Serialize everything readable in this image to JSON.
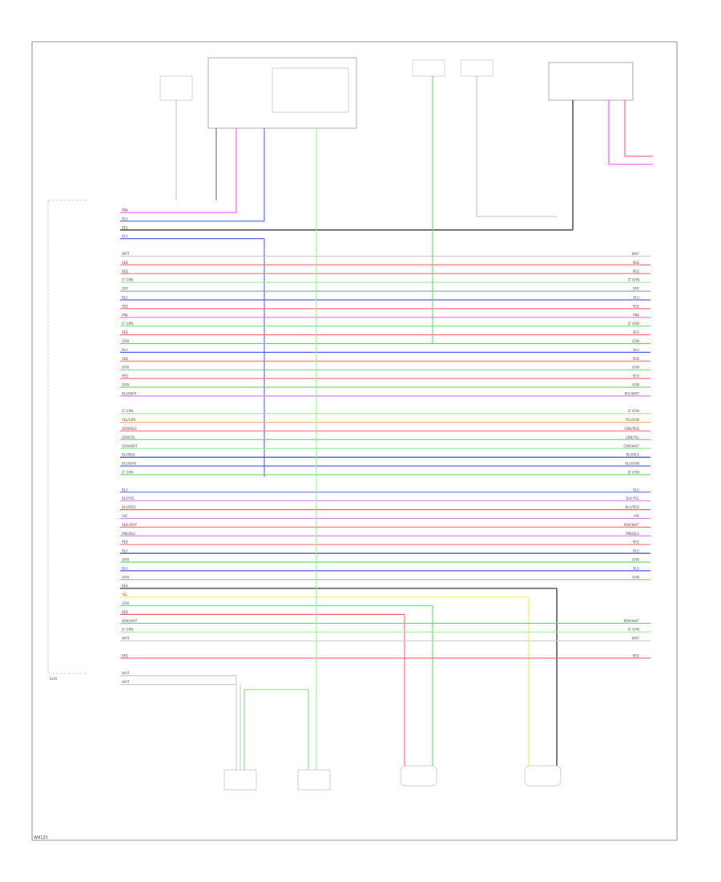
{
  "wire_colors": {
    "PNK": "#ff55ff",
    "BLU": "#5566ff",
    "BLK": "#555555",
    "WHT": "#cccccc",
    "GRN": "#66dd66",
    "LT GRN": "#99ee99",
    "RED": "#ff6677",
    "YEL": "#ffee44",
    "TAN": "#ddcc99",
    "ORG": "#ffaa66",
    "VIO": "#cc88ff",
    "GRY": "#aaaaaa",
    "BRN": "#bb8866",
    "DK BLU": "#3344cc",
    "DK GRN": "#339933"
  },
  "left_rows": [
    {
      "name": "PNK",
      "color": "PNK",
      "route": "up-pink"
    },
    {
      "name": "BLU",
      "color": "BLU",
      "route": "up-blue"
    },
    {
      "name": "BLK",
      "color": "BLK",
      "route": "right-black"
    },
    {
      "name": "BLU",
      "color": "BLU",
      "route": "down-blue"
    },
    {
      "name": "",
      "color": "",
      "route": "none"
    },
    {
      "name": "WHT",
      "color": "WHT",
      "route": "full"
    },
    {
      "name": "RED",
      "color": "RED",
      "route": "full"
    },
    {
      "name": "RED",
      "color": "RED",
      "route": "full"
    },
    {
      "name": "LT GRN",
      "color": "LT GRN",
      "route": "full"
    },
    {
      "name": "GRY",
      "color": "GRY",
      "route": "full"
    },
    {
      "name": "BLU",
      "color": "BLU",
      "route": "full"
    },
    {
      "name": "RED",
      "color": "RED",
      "route": "full"
    },
    {
      "name": "PNK",
      "color": "PNK",
      "route": "full"
    },
    {
      "name": "LT GRN",
      "color": "GRN",
      "route": "full"
    },
    {
      "name": "RED",
      "color": "RED",
      "route": "full"
    },
    {
      "name": "GRN",
      "color": "GRN",
      "route": "green-up"
    },
    {
      "name": "BLU",
      "color": "BLU",
      "route": "full"
    },
    {
      "name": "RED",
      "color": "RED",
      "route": "full"
    },
    {
      "name": "GRN",
      "color": "GRN",
      "route": "full"
    },
    {
      "name": "RED",
      "color": "RED",
      "route": "full"
    },
    {
      "name": "GRN",
      "color": "GRN",
      "route": "full"
    },
    {
      "name": "BLU/WHT",
      "color": "VIO",
      "route": "full"
    },
    {
      "name": "",
      "color": "",
      "route": "none"
    },
    {
      "name": "LT GRN",
      "color": "LT GRN",
      "route": "full"
    },
    {
      "name": "YEL/GRN",
      "color": "ORG",
      "route": "full"
    },
    {
      "name": "GRN/RED",
      "color": "RED",
      "route": "full"
    },
    {
      "name": "GRN/YEL",
      "color": "GRN",
      "route": "full"
    },
    {
      "name": "GRN/WHT",
      "color": "LT GRN",
      "route": "full"
    },
    {
      "name": "BLU/BLK",
      "color": "DK BLU",
      "route": "full"
    },
    {
      "name": "BLU/GRN",
      "color": "BLU",
      "route": "full"
    },
    {
      "name": "LT GRN",
      "color": "GRN",
      "route": "full"
    },
    {
      "name": "",
      "color": "",
      "route": "none"
    },
    {
      "name": "BLU",
      "color": "BLU",
      "route": "full-end"
    },
    {
      "name": "BLU/YEL",
      "color": "VIO",
      "route": "full"
    },
    {
      "name": "BLU/RED",
      "color": "RED",
      "route": "full"
    },
    {
      "name": "VIO",
      "color": "VIO",
      "route": "full"
    },
    {
      "name": "RED/WHT",
      "color": "RED",
      "route": "full"
    },
    {
      "name": "PNK/BLU",
      "color": "PNK",
      "route": "full"
    },
    {
      "name": "RED",
      "color": "RED",
      "route": "full"
    },
    {
      "name": "BLU",
      "color": "DK BLU",
      "route": "full"
    },
    {
      "name": "GRN",
      "color": "GRN",
      "route": "full"
    },
    {
      "name": "BLU",
      "color": "BLU",
      "route": "full"
    },
    {
      "name": "GRN",
      "color": "GRN",
      "route": "full"
    },
    {
      "name": "BLK",
      "color": "BLK",
      "route": "down-black"
    },
    {
      "name": "YEL",
      "color": "YEL",
      "route": "down-yellow"
    },
    {
      "name": "GRN",
      "color": "GRN",
      "route": "down-green"
    },
    {
      "name": "RED",
      "color": "RED",
      "route": "down-red"
    },
    {
      "name": "BRN/WHT",
      "color": "GRN",
      "route": "full"
    },
    {
      "name": "LT GRN",
      "color": "LT GRN",
      "route": "full"
    },
    {
      "name": "WHT",
      "color": "WHT",
      "route": "full"
    },
    {
      "name": "",
      "color": "",
      "route": "none"
    },
    {
      "name": "RED",
      "color": "RED",
      "route": "full"
    },
    {
      "name": "",
      "color": "",
      "route": "none"
    },
    {
      "name": "WHT",
      "color": "WHT",
      "route": "down-white"
    },
    {
      "name": "WHT",
      "color": "WHT",
      "route": "down-white2"
    }
  ],
  "components": {
    "ecm_label": "ECM",
    "footer_id": "W4120"
  }
}
